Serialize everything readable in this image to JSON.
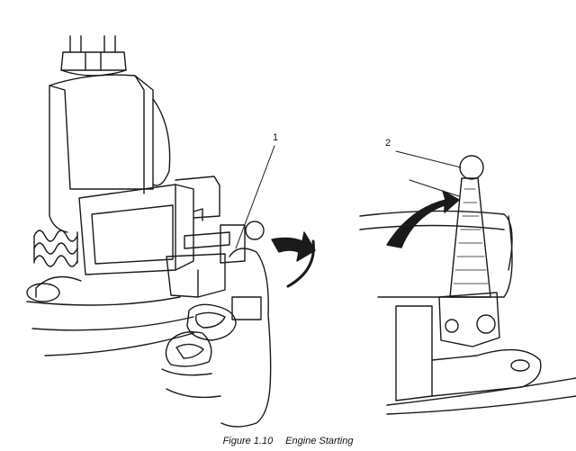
{
  "figure": {
    "callouts": [
      "1",
      "2"
    ],
    "caption_number": "Figure 1.10",
    "caption_title": "Engine Starting"
  }
}
